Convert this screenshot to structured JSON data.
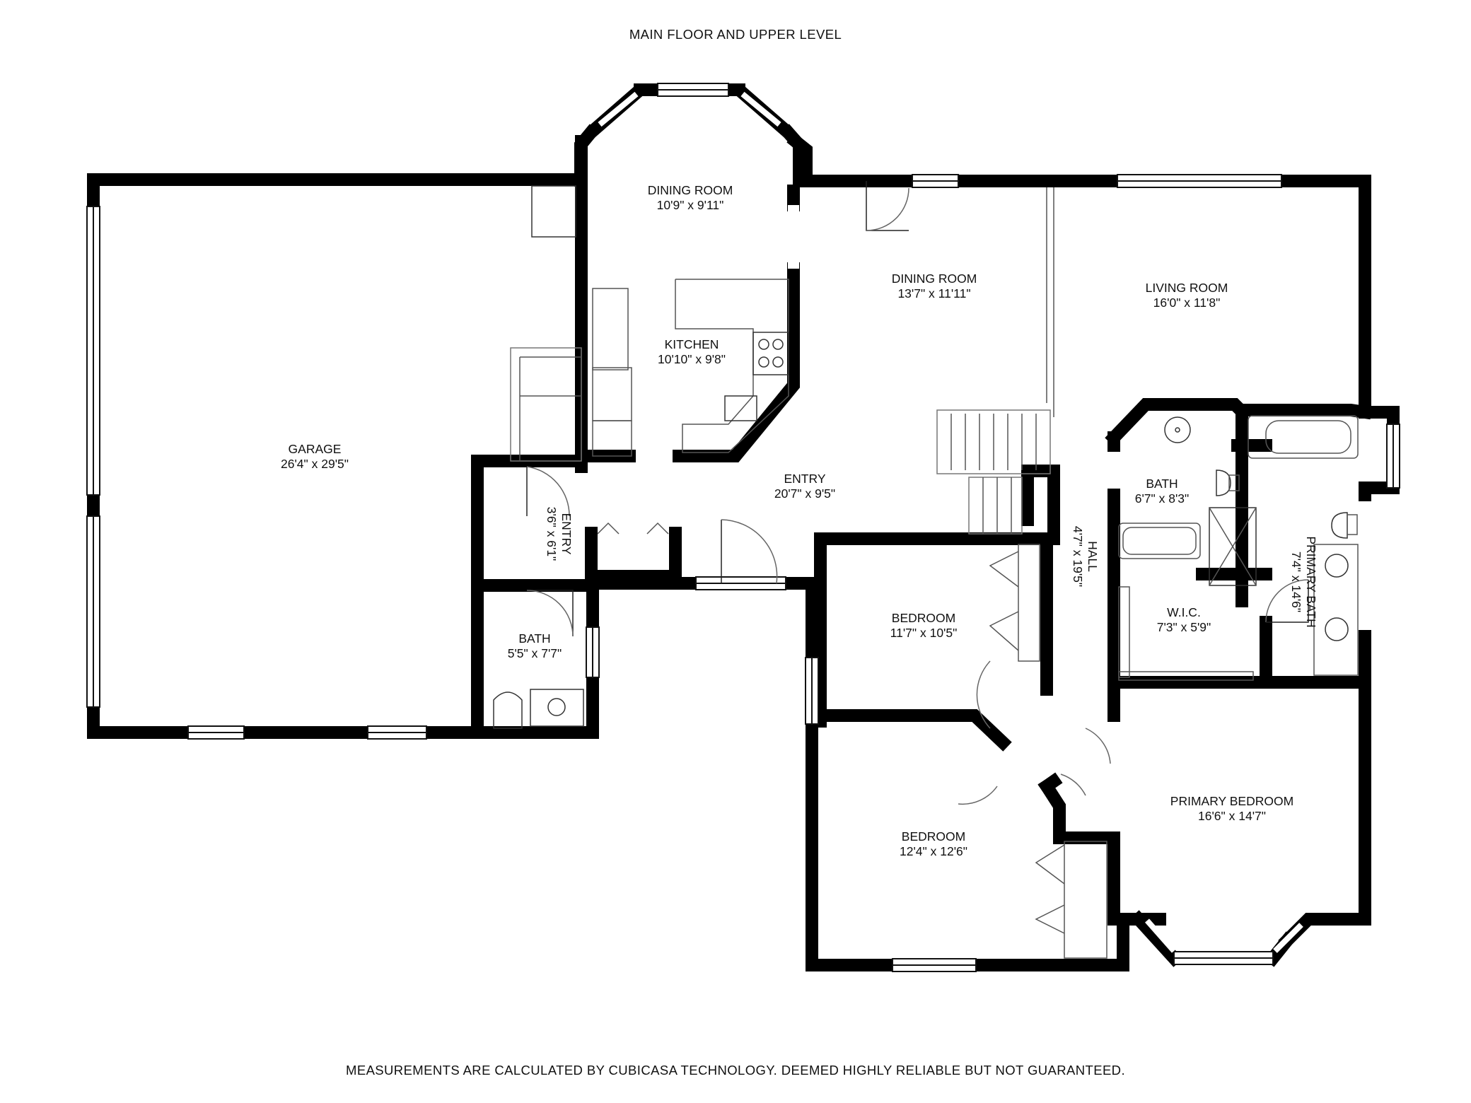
{
  "title": "MAIN FLOOR AND UPPER LEVEL",
  "disclaimer": "MEASUREMENTS ARE CALCULATED BY CUBICASA TECHNOLOGY. DEEMED HIGHLY RELIABLE BUT NOT GUARANTEED.",
  "rooms": {
    "garage": {
      "name": "GARAGE",
      "dims": "26'4\" x 29'5\""
    },
    "dining_nook": {
      "name": "DINING ROOM",
      "dims": "10'9\" x 9'11\""
    },
    "kitchen": {
      "name": "KITCHEN",
      "dims": "10'10\" x 9'8\""
    },
    "dining_room": {
      "name": "DINING ROOM",
      "dims": "13'7\" x 11'11\""
    },
    "living_room": {
      "name": "LIVING ROOM",
      "dims": "16'0\" x 11'8\""
    },
    "entry_main": {
      "name": "ENTRY",
      "dims": "20'7\" x 9'5\""
    },
    "entry_side": {
      "name": "ENTRY",
      "dims": "3'6\" x 6'1\""
    },
    "bath_half": {
      "name": "BATH",
      "dims": "5'5\" x 7'7\""
    },
    "bath_hall": {
      "name": "BATH",
      "dims": "6'7\" x 8'3\""
    },
    "hall": {
      "name": "HALL",
      "dims": "4'7\" x 19'5\""
    },
    "primary_bath": {
      "name": "PRIMARY BATH",
      "dims": "7'4\" x 14'6\""
    },
    "wic": {
      "name": "W.I.C.",
      "dims": "7'3\" x 5'9\""
    },
    "bedroom_1": {
      "name": "BEDROOM",
      "dims": "11'7\" x 10'5\""
    },
    "bedroom_2": {
      "name": "BEDROOM",
      "dims": "12'4\" x 12'6\""
    },
    "primary_bedroom": {
      "name": "PRIMARY BEDROOM",
      "dims": "16'6\" x 14'7\""
    }
  }
}
